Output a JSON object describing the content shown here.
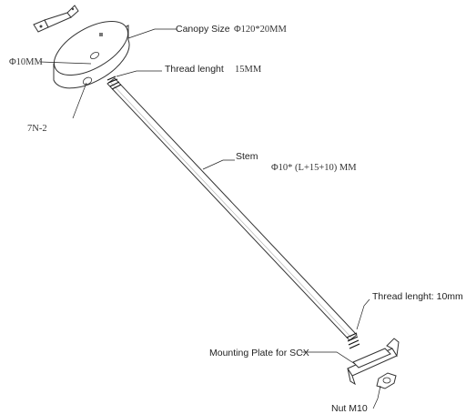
{
  "labels": {
    "canopy_size": "Canopy Size",
    "canopy_dim": "Φ120*20MM",
    "hole_dim": "Φ10MM",
    "thread_length": "Thread lenght",
    "thread_length_value": "15MM",
    "part_code": "7N-2",
    "stem": "Stem",
    "stem_dim": "Φ10* (L+15+10) MM",
    "thread_length_bottom": "Thread lenght: 10mm",
    "mounting_plate": "Mounting Plate for SCX",
    "nut": "Nut M10"
  }
}
